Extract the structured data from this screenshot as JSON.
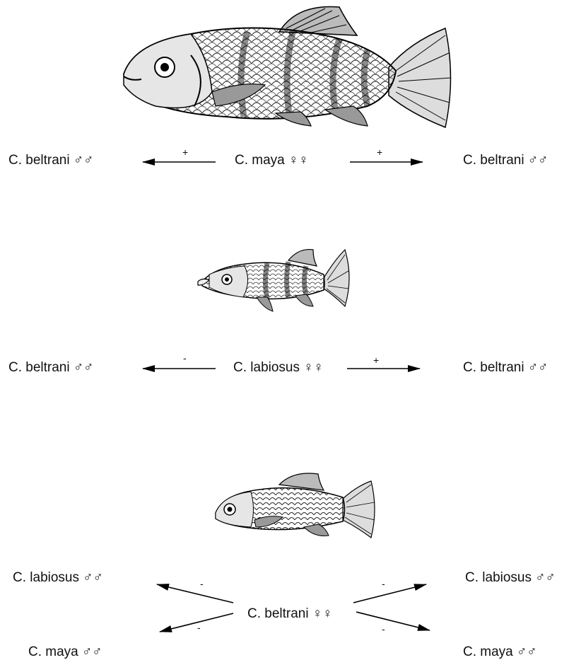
{
  "panels": [
    {
      "center": "C. maya ♀♀",
      "left": "C. beltrani ♂♂",
      "right": "C. beltrani ♂♂",
      "left_sign": "+",
      "right_sign": "+"
    },
    {
      "center": "C. labiosus ♀♀",
      "left": "C. beltrani ♂♂",
      "right": "C. beltrani ♂♂",
      "left_sign": "-",
      "right_sign": "+"
    },
    {
      "center": "C. beltrani ♀♀",
      "top_left": "C. labiosus ♂♂",
      "bottom_left": "C. maya ♂♂",
      "top_right": "C. labiosus ♂♂",
      "bottom_right": "C. maya ♂♂",
      "top_left_sign": "-",
      "bottom_left_sign": "-",
      "top_right_sign": "-",
      "bottom_right_sign": "-"
    }
  ]
}
